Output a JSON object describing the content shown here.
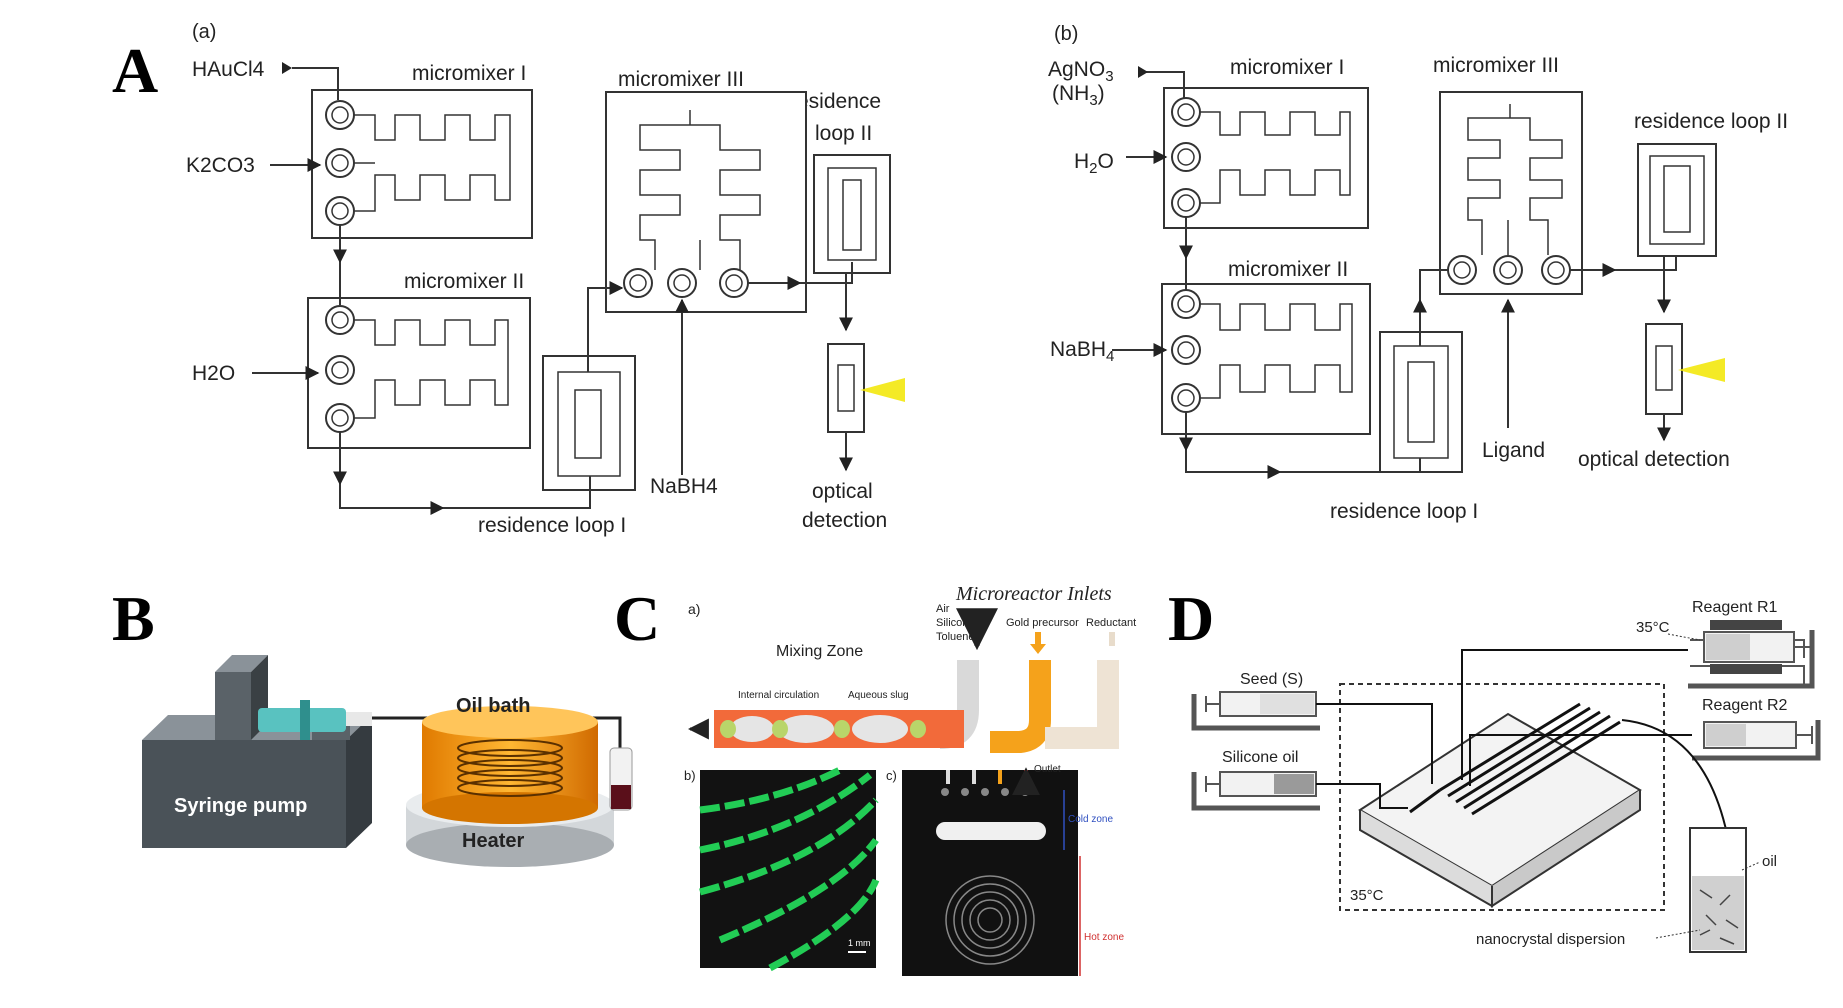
{
  "panelA": {
    "letter": "A",
    "a": {
      "sub": "(a)",
      "inputs": [
        "HAuCl4",
        "K2CO3",
        "H2O",
        "NaBH4"
      ],
      "micromixer1": "micromixer I",
      "micromixer2": "micromixer II",
      "micromixer3": "micromixer III",
      "residenceLoop2_l1": "residence",
      "residenceLoop2_l2": "loop II",
      "residenceLoop1": "residence loop I",
      "optical_l1": "optical",
      "optical_l2": "detection"
    },
    "b": {
      "sub": "(b)",
      "agno3": "AgNO",
      "agno3_sub": "3",
      "nh3": "(NH",
      "nh3_sub": "3",
      "nh3_end": ")",
      "h2o": "H",
      "h2o_sub": "2",
      "h2o_end": "O",
      "nabh4": "NaBH",
      "nabh4_sub": "4",
      "ligand": "Ligand",
      "micromixer1": "micromixer I",
      "micromixer2": "micromixer II",
      "micromixer3": "micromixer III",
      "residenceLoop2": "residence loop II",
      "residenceLoop1": "residence loop I",
      "optical": "optical detection"
    }
  },
  "panelB": {
    "letter": "B",
    "pump": "Syringe pump",
    "oilBath": "Oil bath",
    "heater": "Heater"
  },
  "panelC": {
    "letter": "C",
    "a": "a)",
    "b": "b)",
    "c": "c)",
    "inletsTitle": "Microreactor Inlets",
    "inletAir": "Air",
    "inletSilicone": "Silicone oil",
    "inletToluene": "Toluene",
    "goldPrecursor": "Gold precursor",
    "reductant": "Reductant",
    "mixingZone": "Mixing Zone",
    "internalCirculation": "Internal circulation",
    "aqueousSlug": "Aqueous slug",
    "scale": "1 mm",
    "outlet": "Outlet",
    "coldZone": "Cold zone",
    "hotZone": "Hot zone"
  },
  "panelD": {
    "letter": "D",
    "reagentR1": "Reagent R1",
    "temp1": "35°C",
    "seed": "Seed (S)",
    "reagentR2": "Reagent R2",
    "siliconeOil": "Silicone oil",
    "temp2": "35°C",
    "oil": "oil",
    "dispersion": "nanocrystal dispersion"
  },
  "colors": {
    "optical_beam": "#f2e600",
    "oil_bath": "#f5a21b",
    "chip_dark": "#111111",
    "channel_green": "#22cc55",
    "slug_red": "#f26a3a",
    "gold_inlet": "#f5a21b"
  }
}
